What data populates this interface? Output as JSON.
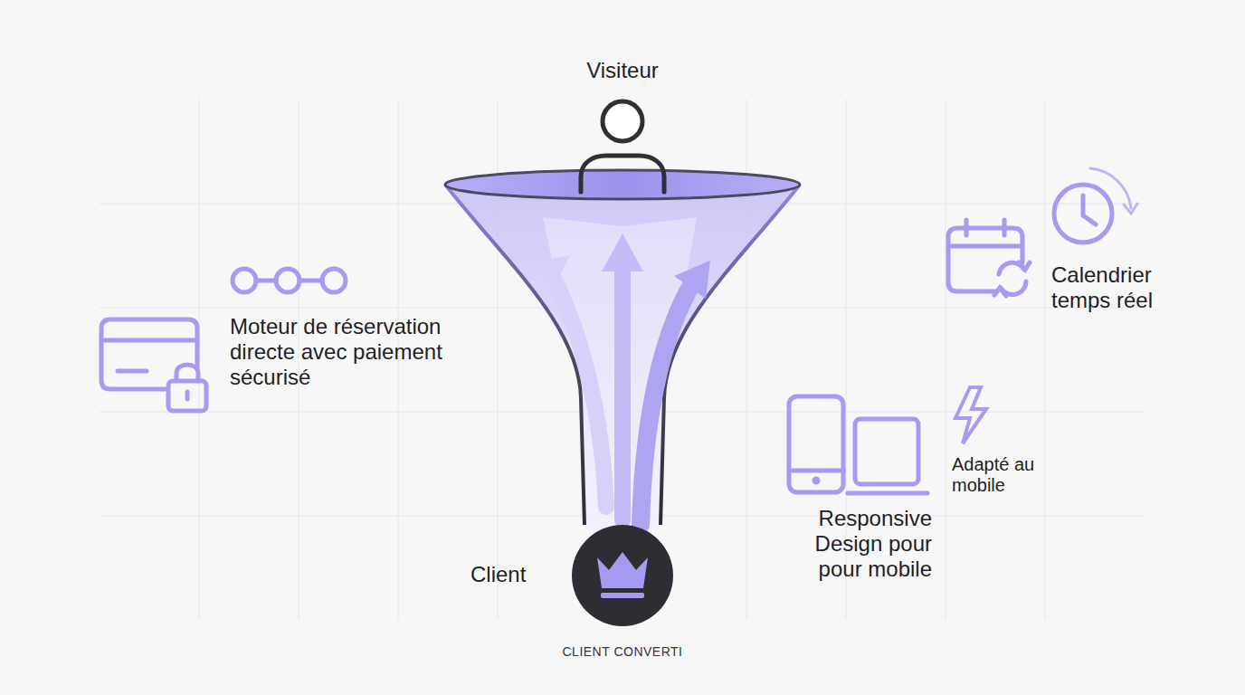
{
  "diagram": {
    "labels": [
      "Visiteur",
      "Moteur de réservation directe avec paiement sécurisé",
      "Calendrier temps réel",
      "Adapté au mobile",
      "Responsive Design pour pour mobile",
      "Client",
      "CLIENT CONVERTI"
    ]
  }
}
